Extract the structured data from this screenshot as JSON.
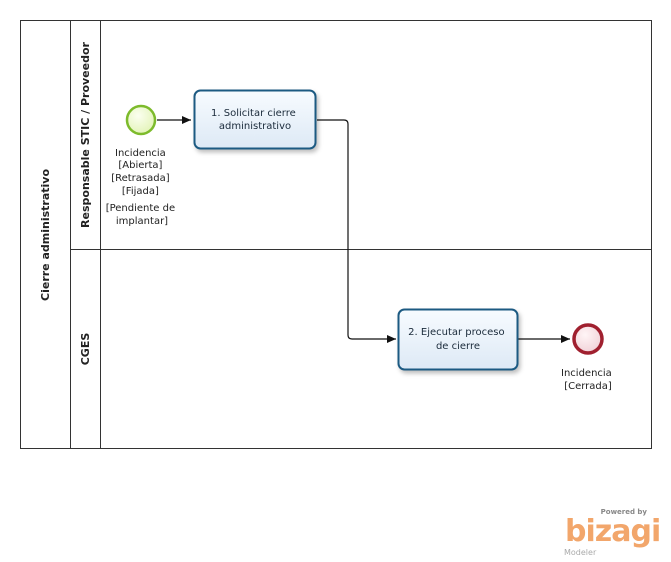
{
  "pool": {
    "name": "Cierre administrativo"
  },
  "lanes": [
    {
      "name": "Responsable STIC / Proveedor"
    },
    {
      "name": "CGES"
    }
  ],
  "start_event": {
    "label_lines": [
      "Incidencia",
      "[Abierta]",
      "[Retrasada]",
      "[Fijada]",
      "[Pendiente de",
      "implantar]"
    ]
  },
  "tasks": [
    {
      "lines": [
        "1. Solicitar cierre",
        "administrativo"
      ]
    },
    {
      "lines": [
        "2. Ejecutar proceso",
        "de cierre"
      ]
    }
  ],
  "end_event": {
    "label_lines": [
      "Incidencia",
      "[Cerrada]"
    ]
  },
  "branding": {
    "powered": "Powered by",
    "name": "bizagi",
    "product": "Modeler"
  },
  "colors": {
    "start_fill": "#e9f7c2",
    "start_stroke": "#7dbb2c",
    "end_fill": "#f6dfe3",
    "end_stroke": "#a0202f",
    "task_fill": "#eaf2fa",
    "task_stroke": "#1d5a82",
    "line": "#111111",
    "brand": "#f2a66b"
  }
}
